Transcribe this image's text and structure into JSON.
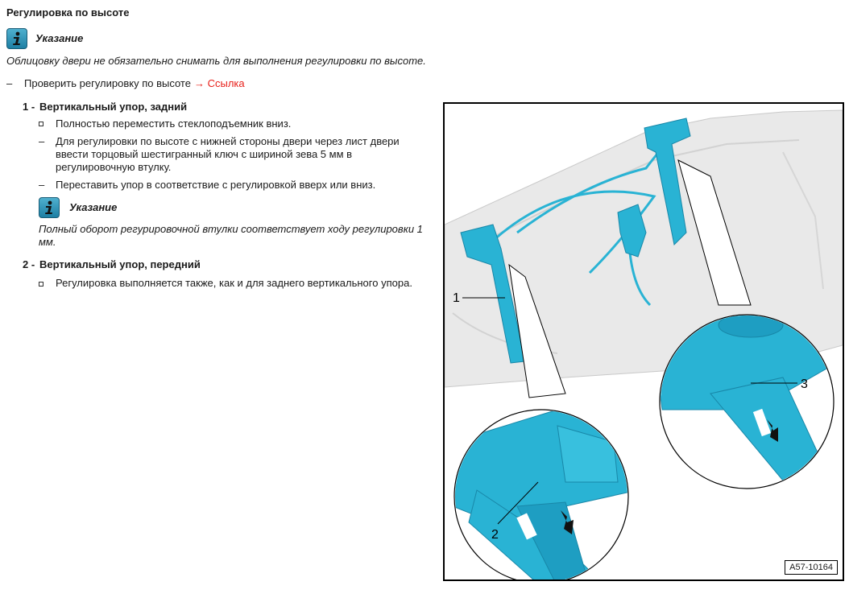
{
  "title": "Регулировка по высоте",
  "note1": {
    "icon": "info-icon",
    "label": "Указание",
    "text": "Облицовку двери не обязательно снимать для выполнения регулировки по высоте."
  },
  "check_step": {
    "text": "Проверить регулировку по высоте",
    "link": "→ Ссылка"
  },
  "item1": {
    "number": "1 -",
    "heading": "Вертикальный упор, задний",
    "steps": [
      "Полностью переместить стеклоподъемник вниз.",
      "Для регулировки по высоте с нижней стороны двери через лист двери ввести торцовый шестигранный ключ с шириной зева 5 мм в регулировочную втулку.",
      "Переставить упор в соответствие с регулировкой вверх или вниз."
    ],
    "note": {
      "icon": "info-icon",
      "label": "Указание",
      "text": "Полный оборот регурировочной втулки соответствует ходу регулировки 1 мм."
    }
  },
  "item2": {
    "number": "2 -",
    "heading": "Вертикальный упор, передний",
    "steps": [
      "Регулировка выполняется также, как и для заднего вертикального упора."
    ]
  },
  "figure": {
    "callouts": [
      "1",
      "2",
      "3"
    ],
    "reference": "A57-10164",
    "colors": {
      "part": "#29b3d4",
      "part_dark": "#1887a8",
      "panel": "#e9e9e9"
    }
  }
}
